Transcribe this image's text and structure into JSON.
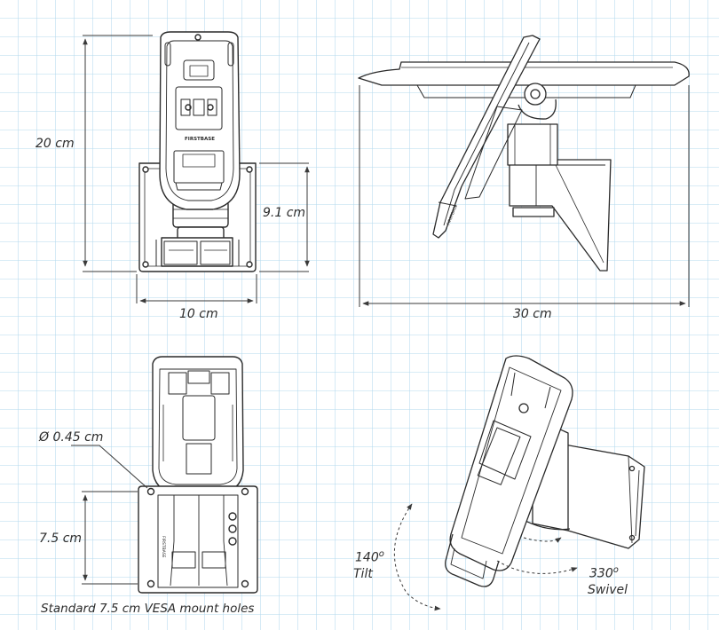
{
  "labels": {
    "front_height": "20 cm",
    "base_height": "9.1 cm",
    "base_width": "10 cm",
    "side_width": "30 cm",
    "hole_diameter": "Ø 0.45 cm",
    "vesa_spacing": "7.5 cm",
    "tilt_value": "140",
    "tilt_unit": "o",
    "tilt_label": "Tilt",
    "swivel_value": "330",
    "swivel_unit": "o",
    "swivel_label": "Swivel",
    "caption": "Standard 7.5 cm VESA mount holes"
  },
  "device_text": {
    "brand": "FIRSTBASE",
    "brand_side": "FIRSTBASE",
    "brand_base": "FIRSTBASE"
  },
  "colors": {
    "grid": "#b3d9ee",
    "line": "#2a2a2a",
    "dim": "#3a3a3a"
  }
}
